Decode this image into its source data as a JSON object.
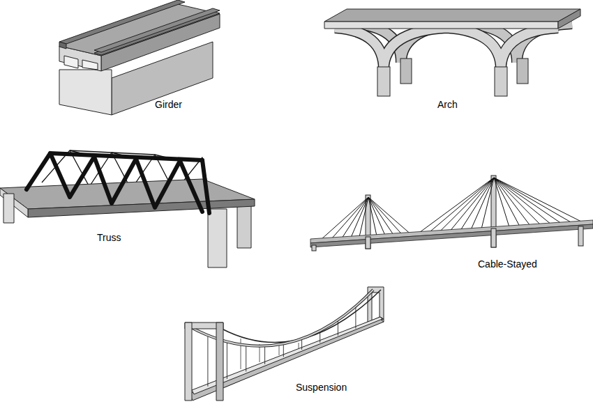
{
  "diagram": {
    "labels": [
      "Girder",
      "Arch",
      "Truss",
      "Cable-Stayed",
      "Suspension"
    ]
  }
}
